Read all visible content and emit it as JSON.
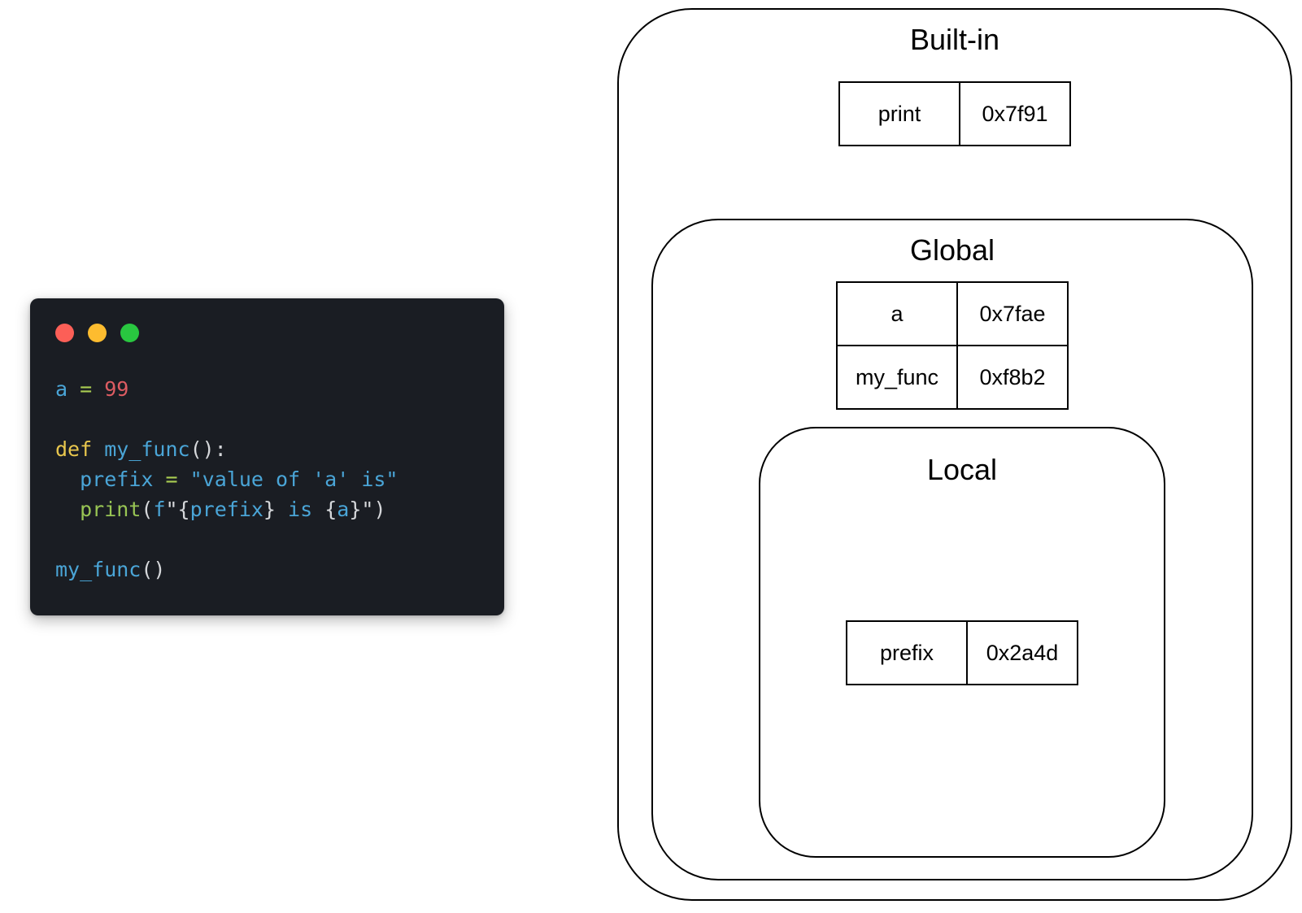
{
  "code_window": {
    "traffic_lights": [
      {
        "name": "close",
        "color": "#FC5F57"
      },
      {
        "name": "minimize",
        "color": "#FDBC2F"
      },
      {
        "name": "maximize",
        "color": "#29C740"
      }
    ],
    "lines": [
      [
        [
          "a",
          "blue"
        ],
        [
          " ",
          "plain"
        ],
        [
          "=",
          "green"
        ],
        [
          " ",
          "plain"
        ],
        [
          "99",
          "red"
        ]
      ],
      [],
      [
        [
          "def",
          "yellow"
        ],
        [
          " ",
          "plain"
        ],
        [
          "my_func",
          "blue"
        ],
        [
          "():",
          "gray"
        ]
      ],
      [
        [
          "  ",
          "plain"
        ],
        [
          "prefix",
          "blue"
        ],
        [
          " ",
          "plain"
        ],
        [
          "=",
          "green"
        ],
        [
          " ",
          "plain"
        ],
        [
          "\"value of 'a' is\"",
          "blue"
        ]
      ],
      [
        [
          "  ",
          "plain"
        ],
        [
          "print",
          "fn"
        ],
        [
          "(",
          "gray"
        ],
        [
          "f",
          "blue"
        ],
        [
          "\"{",
          "gray"
        ],
        [
          "prefix",
          "blue"
        ],
        [
          "}",
          "gray"
        ],
        [
          " is ",
          "blue"
        ],
        [
          "{",
          "gray"
        ],
        [
          "a",
          "blue"
        ],
        [
          "}",
          "gray"
        ],
        [
          "\")",
          "gray"
        ]
      ],
      [],
      [
        [
          "my_func",
          "blue"
        ],
        [
          "()",
          "gray"
        ]
      ]
    ]
  },
  "diagram": {
    "scopes": [
      {
        "id": "built-in",
        "title": "Built-in",
        "rows": [
          {
            "name": "print",
            "address": "0x7f91"
          }
        ]
      },
      {
        "id": "global",
        "title": "Global",
        "rows": [
          {
            "name": "a",
            "address": "0x7fae"
          },
          {
            "name": "my_func",
            "address": "0xf8b2"
          }
        ]
      },
      {
        "id": "local",
        "title": "Local",
        "rows": [
          {
            "name": "prefix",
            "address": "0x2a4d"
          }
        ]
      }
    ]
  },
  "colors": {
    "code_bg": "#1A1D23",
    "token_blue": "#4AA5D7",
    "token_green": "#A9CD52",
    "token_fn_green": "#98C554",
    "token_red": "#DD5C62",
    "token_yellow": "#E8C64D",
    "token_gray": "#D5D7DA",
    "diagram_line": "#000000",
    "traffic_red": "#FC5F57",
    "traffic_yellow": "#FDBC2F",
    "traffic_green": "#29C740"
  }
}
